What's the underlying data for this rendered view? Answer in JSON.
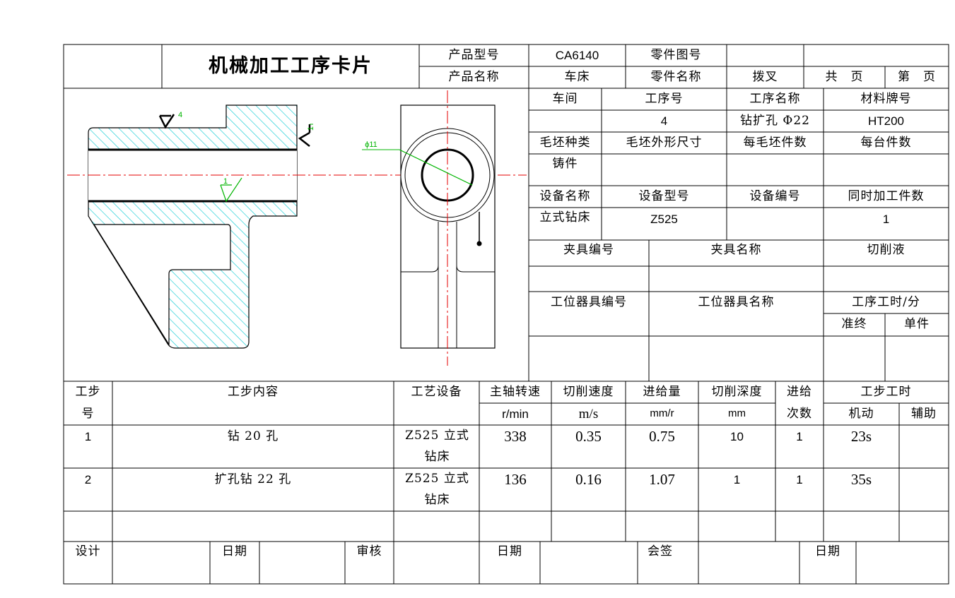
{
  "header": {
    "title": "机械加工工序卡片",
    "product_model_label": "产品型号",
    "product_model": "CA6140",
    "part_drawing_no_label": "零件图号",
    "product_name_label": "产品名称",
    "product_name": "车床",
    "part_name_label": "零件名称",
    "part_name": "拨叉",
    "total_label": "共　页",
    "page_label": "第　页"
  },
  "info": {
    "workshop_label": "车间",
    "op_no_label": "工序号",
    "op_name_label": "工序名称",
    "material_label": "材料牌号",
    "op_no": "4",
    "op_name": "钻扩孔 Φ22",
    "material": "HT200",
    "blank_type_label": "毛坯种类",
    "blank_size_label": "毛坯外形尺寸",
    "per_blank_label": "每毛坯件数",
    "per_machine_label": "每台件数",
    "blank_type": "铸件",
    "equip_name_label": "设备名称",
    "equip_model_label": "设备型号",
    "equip_no_label": "设备编号",
    "simul_label": "同时加工件数",
    "equip_name": "立式钻床",
    "equip_model": "Z525",
    "simul": "1",
    "fixture_no_label": "夹具编号",
    "fixture_name_label": "夹具名称",
    "coolant_label": "切削液",
    "station_no_label": "工位器具编号",
    "station_name_label": "工位器具名称",
    "op_time_label": "工序工时/分",
    "prep_label": "准终",
    "unit_label": "单件"
  },
  "drawing": {
    "roughness_1": "4",
    "roughness_2": "1",
    "roughness_3": "1",
    "hole_dim": "ϕ11"
  },
  "steps": {
    "step_label_1": "工步",
    "step_label_2": "号",
    "content_label": "工步内容",
    "equip_label": "工艺设备",
    "spindle_label": "主轴转速",
    "spindle_unit": "r/min",
    "speed_label": "切削速度",
    "speed_unit": "m/s",
    "feed_label": "进给量",
    "feed_unit": "mm/r",
    "depth_label": "切削深度",
    "depth_unit": "mm",
    "passes_label_1": "进给",
    "passes_label_2": "次数",
    "time_label": "工步工时",
    "machine_label": "机动",
    "aux_label": "辅助",
    "rows": [
      {
        "no": "1",
        "content": "钻 20 孔",
        "equip": "Z525 立式钻床",
        "spindle": "338",
        "speed": "0.35",
        "feed": "0.75",
        "depth": "10",
        "passes": "1",
        "machine_time": "23s"
      },
      {
        "no": "2",
        "content": "扩孔钻 22 孔",
        "equip": "Z525 立式钻床",
        "spindle": "136",
        "speed": "0.16",
        "feed": "1.07",
        "depth": "1",
        "passes": "1",
        "machine_time": "35s"
      }
    ]
  },
  "footer": {
    "design_label": "设计",
    "date_label": "日期",
    "review_label": "审核",
    "countersign_label": "会签"
  },
  "colors": {
    "hatch": "#00c8d2",
    "centerline": "#e60000",
    "dimension": "#00b400",
    "grid": "#000000"
  }
}
